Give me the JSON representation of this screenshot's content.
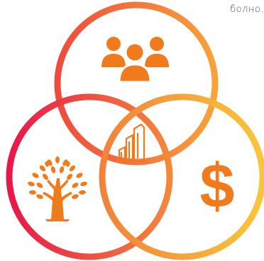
{
  "corner_text": "болно.",
  "diagram": {
    "circles": [
      {
        "name": "top-circle",
        "gradient": [
          "#ef4b3d",
          "#f7a33a"
        ]
      },
      {
        "name": "left-circle",
        "gradient": [
          "#e8174b",
          "#f4883a"
        ]
      },
      {
        "name": "right-circle",
        "gradient": [
          "#f1823a",
          "#f9c63a"
        ]
      }
    ],
    "icons": {
      "top": "people-group-icon",
      "center": "buildings-icon",
      "left": "tree-icon",
      "right": "dollar-icon"
    },
    "accent": "#ef7b1d"
  }
}
